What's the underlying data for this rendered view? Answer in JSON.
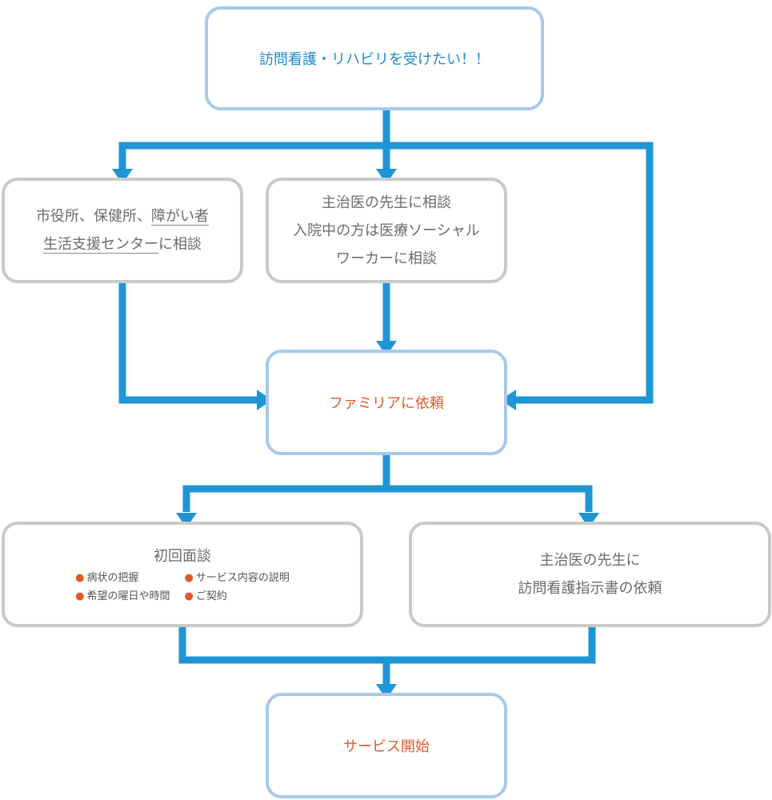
{
  "colors": {
    "arrow": "#1e96d6",
    "border_blue": "#a8c9ea",
    "border_gray": "#c9c9c9",
    "text_blue": "#1e8bcc",
    "text_red": "#e05a2a",
    "text_gray": "#6b6b6b",
    "bullet": "#e05a2a"
  },
  "nodes": {
    "start": {
      "text": "訪問看護・リハビリを受けたい！！"
    },
    "city_office": {
      "line1_plain": "市役所、保健所、",
      "line1_underlined": "障がい者",
      "line2_underlined": "生活支援センター",
      "line2_plain": "に相談"
    },
    "doctor_consult": {
      "lines": [
        "主治医の先生に相談",
        "入院中の方は医療ソーシャル",
        "ワーカーに相談"
      ]
    },
    "familia": {
      "text": "ファミリアに依頼"
    },
    "first_interview": {
      "title": "初回面談",
      "bullets": [
        "病状の把握",
        "サービス内容の説明",
        "希望の曜日や時間",
        "ご契約"
      ]
    },
    "doctor_order": {
      "lines": [
        "主治医の先生に",
        "訪問看護指示書の依頼"
      ]
    },
    "service_start": {
      "text": "サービス開始"
    }
  }
}
